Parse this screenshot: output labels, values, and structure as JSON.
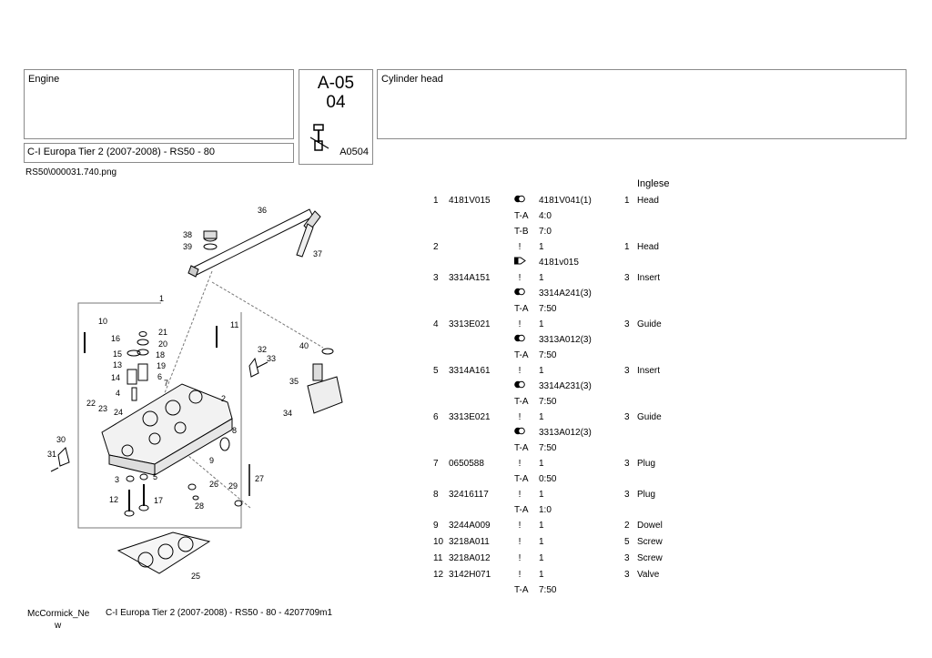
{
  "header": {
    "section": "Engine",
    "model": "C-I Europa Tier 2 (2007-2008) - RS50 - 80",
    "code_line1": "A-05",
    "code_line2": "04",
    "code_small": "A0504",
    "title": "Cylinder head"
  },
  "filename": "RS50\\000031.740.png",
  "language": "Inglese",
  "icons": {
    "exclamation": "!",
    "interchange": "interchange-icon",
    "supersede": "supersede-arrow-icon"
  },
  "rows": [
    {
      "no": "1",
      "part": "4181V015",
      "icon": "interchange",
      "ref": "4181V041(1)",
      "qty": "1",
      "desc": "Head"
    },
    {
      "tlab": "T-A",
      "ref": "4:0"
    },
    {
      "tlab": "T-B",
      "ref": "7:0"
    },
    {
      "no": "2",
      "part": "",
      "icon": "exclamation",
      "ref": "1",
      "qty": "1",
      "desc": "Head"
    },
    {
      "icon": "supersede",
      "ref": "4181v015"
    },
    {
      "no": "3",
      "part": "3314A151",
      "icon": "exclamation",
      "ref": "1",
      "qty": "3",
      "desc": "Insert"
    },
    {
      "icon": "interchange",
      "ref": "3314A241(3)"
    },
    {
      "tlab": "T-A",
      "ref": "7:50"
    },
    {
      "no": "4",
      "part": "3313E021",
      "icon": "exclamation",
      "ref": "1",
      "qty": "3",
      "desc": "Guide"
    },
    {
      "icon": "interchange",
      "ref": "3313A012(3)"
    },
    {
      "tlab": "T-A",
      "ref": "7:50"
    },
    {
      "no": "5",
      "part": "3314A161",
      "icon": "exclamation",
      "ref": "1",
      "qty": "3",
      "desc": "Insert"
    },
    {
      "icon": "interchange",
      "ref": "3314A231(3)"
    },
    {
      "tlab": "T-A",
      "ref": "7:50"
    },
    {
      "no": "6",
      "part": "3313E021",
      "icon": "exclamation",
      "ref": "1",
      "qty": "3",
      "desc": "Guide"
    },
    {
      "icon": "interchange",
      "ref": "3313A012(3)"
    },
    {
      "tlab": "T-A",
      "ref": "7:50"
    },
    {
      "no": "7",
      "part": "0650588",
      "icon": "exclamation",
      "ref": "1",
      "qty": "3",
      "desc": "Plug"
    },
    {
      "tlab": "T-A",
      "ref": "0:50"
    },
    {
      "no": "8",
      "part": "32416117",
      "icon": "exclamation",
      "ref": "1",
      "qty": "3",
      "desc": "Plug"
    },
    {
      "tlab": "T-A",
      "ref": "1:0"
    },
    {
      "no": "9",
      "part": "3244A009",
      "icon": "exclamation",
      "ref": "1",
      "qty": "2",
      "desc": "Dowel"
    },
    {
      "no": "10",
      "part": "3218A011",
      "icon": "exclamation",
      "ref": "1",
      "qty": "5",
      "desc": "Screw"
    },
    {
      "no": "11",
      "part": "3218A012",
      "icon": "exclamation",
      "ref": "1",
      "qty": "3",
      "desc": "Screw"
    },
    {
      "no": "12",
      "part": "3142H071",
      "icon": "exclamation",
      "ref": "1",
      "qty": "3",
      "desc": "Valve"
    },
    {
      "tlab": "T-A",
      "ref": "7:50"
    }
  ],
  "drawing_labels": [
    "1",
    "2",
    "3",
    "4",
    "5",
    "6",
    "7",
    "8",
    "9",
    "10",
    "11",
    "12",
    "13",
    "14",
    "15",
    "16",
    "17",
    "18",
    "19",
    "20",
    "21",
    "22",
    "23",
    "24",
    "25",
    "26",
    "27",
    "28",
    "29",
    "30",
    "31",
    "32",
    "33",
    "34",
    "35",
    "36",
    "37",
    "38",
    "39",
    "40"
  ],
  "footer": {
    "left": "McCormick_Ne",
    "left_wrap": "w",
    "right": "C-I Europa Tier 2 (2007-2008) - RS50 - 80 - 4207709m1"
  }
}
